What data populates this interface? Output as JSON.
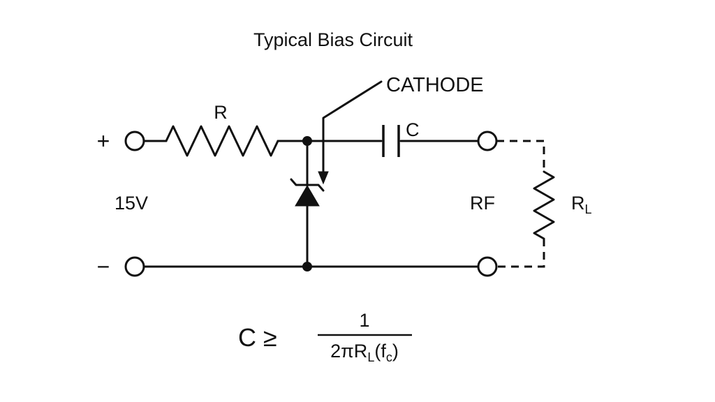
{
  "title": "Typical Bias Circuit",
  "labels": {
    "plus": "+",
    "minus": "−",
    "supply_voltage": "15V",
    "resistor": "R",
    "capacitor": "C",
    "cathode": "CATHODE",
    "rf": "RF",
    "load_resistor_main": "R",
    "load_resistor_sub": "L"
  },
  "formula": {
    "lhs": "C ≥",
    "numerator": "1",
    "den_1": "2πR",
    "den_sub1": "L",
    "den_2": "(f",
    "den_sub2": "c",
    "den_3": ")"
  },
  "colors": {
    "line": "#111111",
    "background": "#ffffff"
  }
}
